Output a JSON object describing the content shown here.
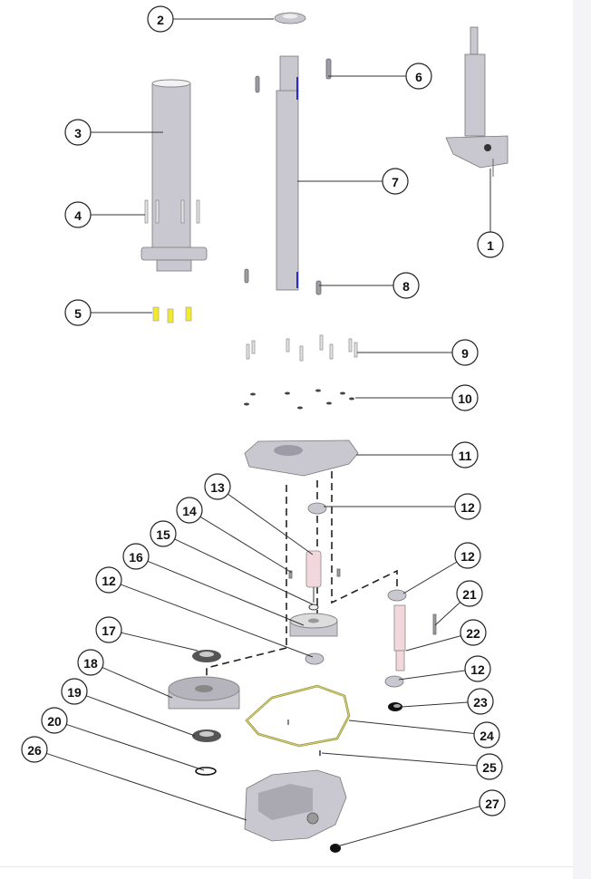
{
  "diagram": {
    "callouts": [
      {
        "id": "c1",
        "label": "1"
      },
      {
        "id": "c2",
        "label": "2"
      },
      {
        "id": "c3",
        "label": "3"
      },
      {
        "id": "c4",
        "label": "4"
      },
      {
        "id": "c5",
        "label": "5"
      },
      {
        "id": "c6",
        "label": "6"
      },
      {
        "id": "c7",
        "label": "7"
      },
      {
        "id": "c8",
        "label": "8"
      },
      {
        "id": "c9",
        "label": "9"
      },
      {
        "id": "c10",
        "label": "10"
      },
      {
        "id": "c11",
        "label": "11"
      },
      {
        "id": "c12a",
        "label": "12"
      },
      {
        "id": "c12b",
        "label": "12"
      },
      {
        "id": "c12c",
        "label": "12"
      },
      {
        "id": "c12d",
        "label": "12"
      },
      {
        "id": "c13",
        "label": "13"
      },
      {
        "id": "c14",
        "label": "14"
      },
      {
        "id": "c15",
        "label": "15"
      },
      {
        "id": "c16",
        "label": "16"
      },
      {
        "id": "c17",
        "label": "17"
      },
      {
        "id": "c18",
        "label": "18"
      },
      {
        "id": "c19",
        "label": "19"
      },
      {
        "id": "c20",
        "label": "20"
      },
      {
        "id": "c21",
        "label": "21"
      },
      {
        "id": "c22",
        "label": "22"
      },
      {
        "id": "c23",
        "label": "23"
      },
      {
        "id": "c24",
        "label": "24"
      },
      {
        "id": "c25",
        "label": "25"
      },
      {
        "id": "c26",
        "label": "26"
      },
      {
        "id": "c27",
        "label": "27"
      }
    ],
    "colors": {
      "metal": "#c9c8d0",
      "pink_part": "#f2d8dc",
      "yellow_part": "#f2ea2a",
      "gasket": "#c9c27a",
      "blue_marker": "#2a2ad0"
    }
  }
}
